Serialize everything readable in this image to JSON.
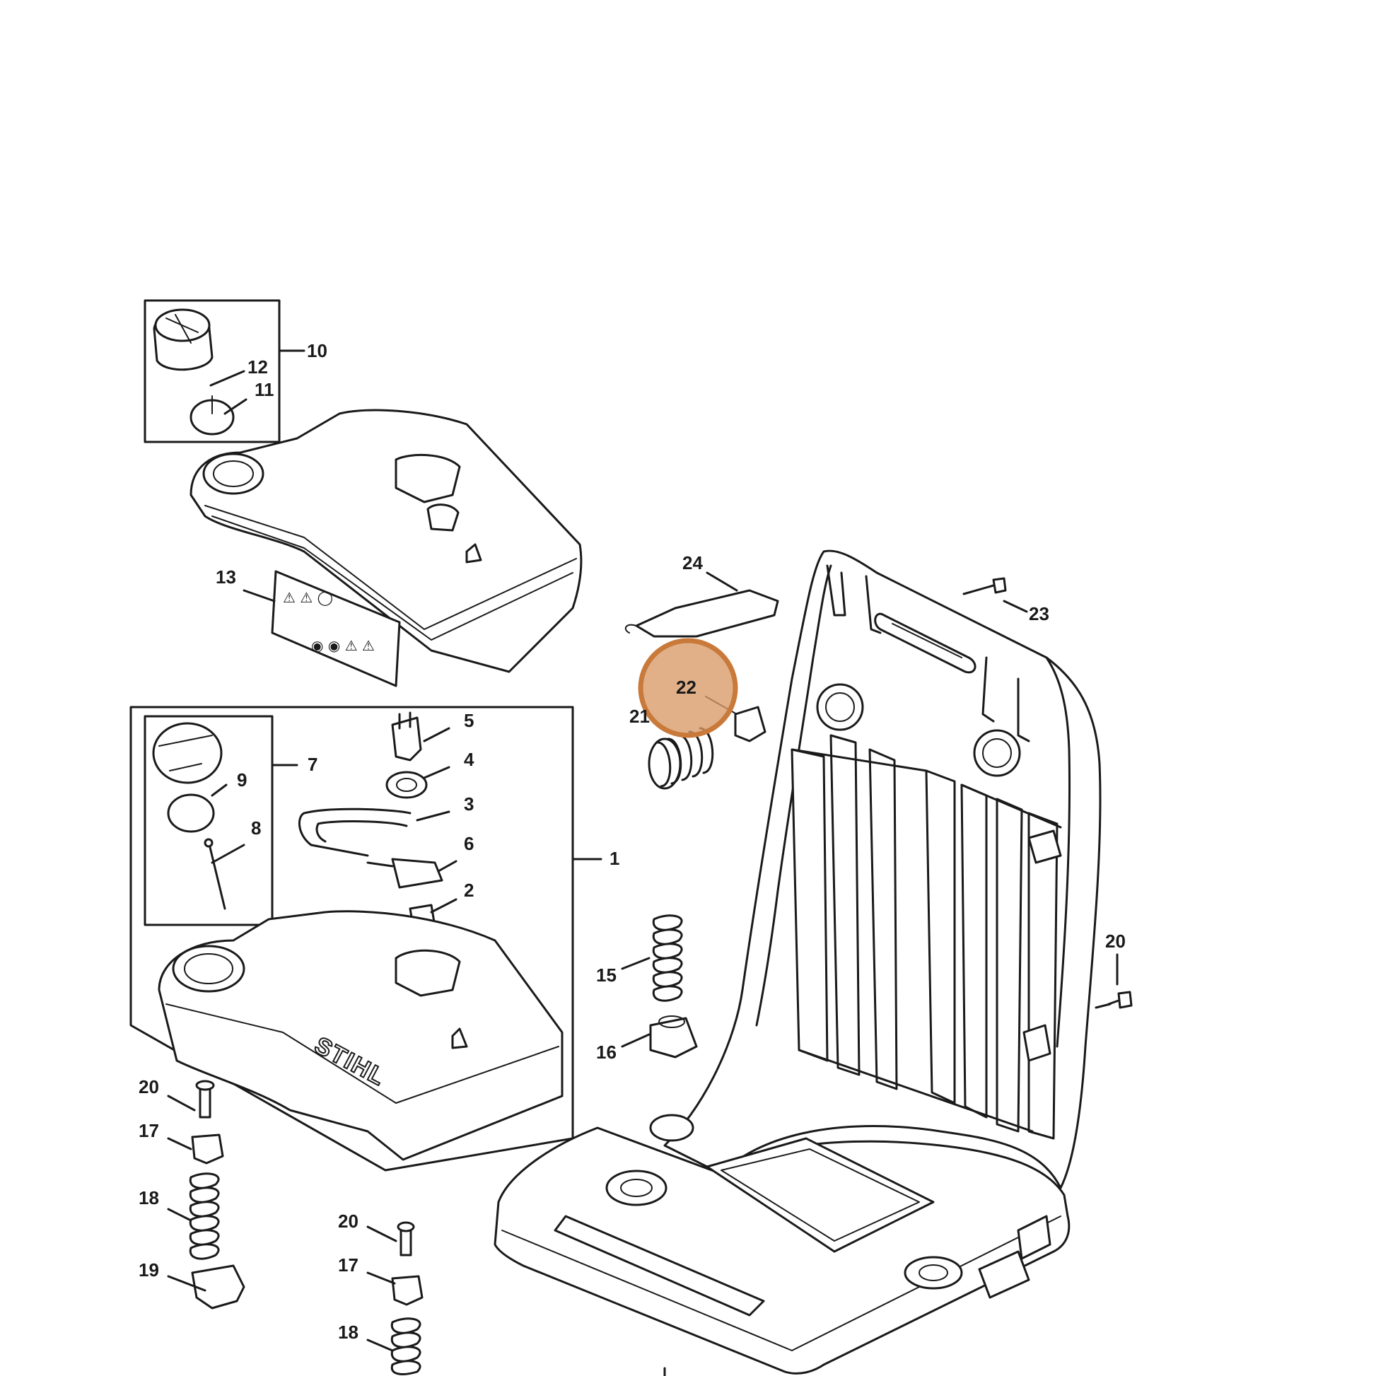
{
  "diagram": {
    "brand_text": "STIHL",
    "highlight_color": "#d99a66",
    "highlighted_part": "22",
    "parts": [
      {
        "id": "label-10a",
        "text": "10"
      },
      {
        "id": "label-12",
        "text": "12"
      },
      {
        "id": "label-11",
        "text": "11"
      },
      {
        "id": "label-13",
        "text": "13"
      },
      {
        "id": "label-24",
        "text": "24"
      },
      {
        "id": "label-23",
        "text": "23"
      },
      {
        "id": "label-22",
        "text": "22"
      },
      {
        "id": "label-21",
        "text": "21"
      },
      {
        "id": "label-5",
        "text": "5"
      },
      {
        "id": "label-4",
        "text": "4"
      },
      {
        "id": "label-7",
        "text": "7"
      },
      {
        "id": "label-9",
        "text": "9"
      },
      {
        "id": "label-3",
        "text": "3"
      },
      {
        "id": "label-8",
        "text": "8"
      },
      {
        "id": "label-6",
        "text": "6"
      },
      {
        "id": "label-1",
        "text": "1"
      },
      {
        "id": "label-2",
        "text": "2"
      },
      {
        "id": "label-15",
        "text": "15"
      },
      {
        "id": "label-16",
        "text": "16"
      },
      {
        "id": "label-20-right",
        "text": "20"
      },
      {
        "id": "label-20-left",
        "text": "20"
      },
      {
        "id": "label-17-left",
        "text": "17"
      },
      {
        "id": "label-18-left",
        "text": "18"
      },
      {
        "id": "label-19",
        "text": "19"
      },
      {
        "id": "label-20-mid",
        "text": "20"
      },
      {
        "id": "label-17-mid",
        "text": "17"
      },
      {
        "id": "label-18-mid",
        "text": "18"
      }
    ]
  }
}
